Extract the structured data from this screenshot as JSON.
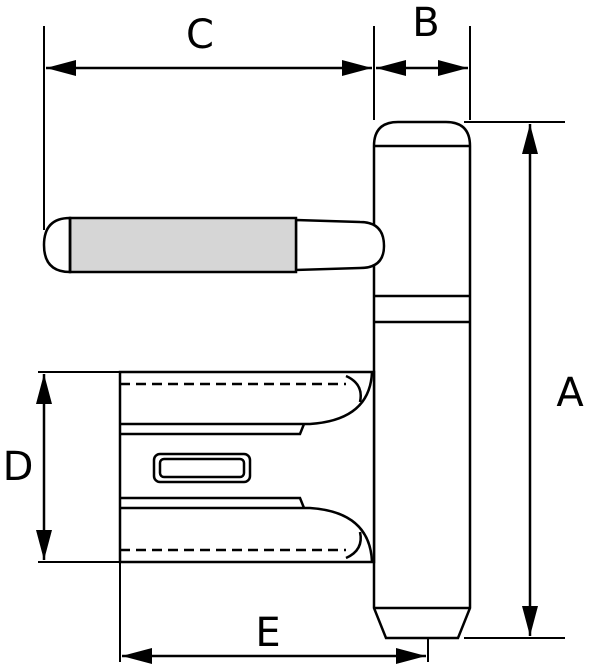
{
  "diagram": {
    "labels": {
      "a": "A",
      "b": "B",
      "c": "C",
      "d": "D",
      "e": "E"
    },
    "colors": {
      "stroke": "#000000",
      "fill": "#ffffff",
      "pin_shade": "#d6d6d6"
    }
  }
}
